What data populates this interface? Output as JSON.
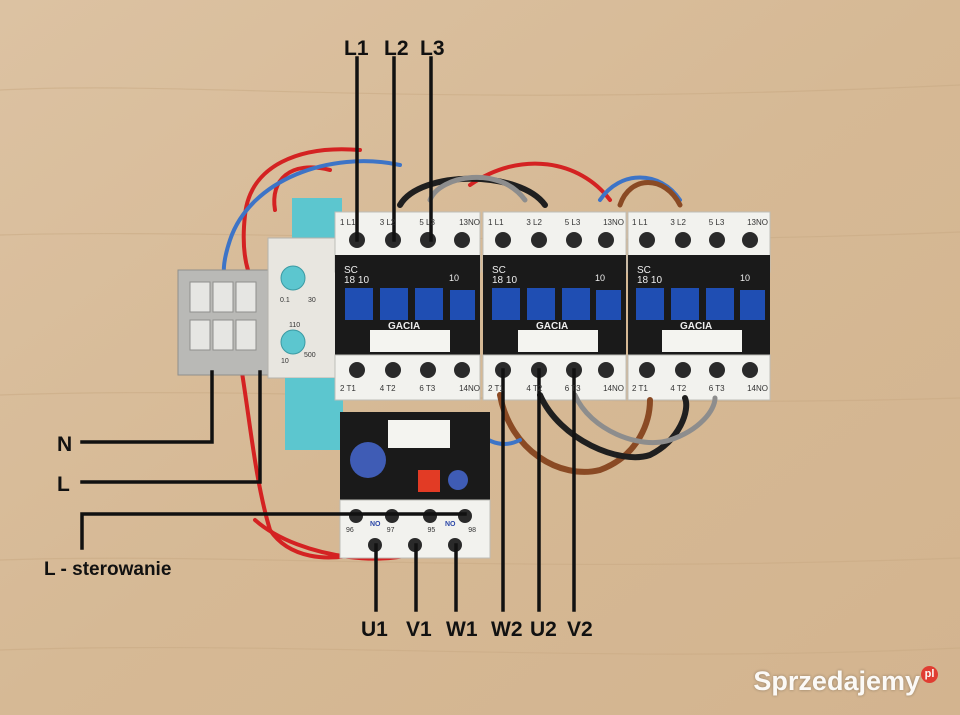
{
  "wiring_labels": {
    "top": [
      "L1",
      "L2",
      "L3"
    ],
    "left": [
      "N",
      "L",
      "L - sterowanie"
    ],
    "bottom": [
      "U1",
      "V1",
      "W1",
      "W2",
      "U2",
      "V2"
    ]
  },
  "contactors": [
    {
      "brand": "GACIA",
      "model": [
        "SC",
        "18 10"
      ],
      "top_terminals": [
        "1 L1",
        "3 L2",
        "5 L3",
        "13NO"
      ],
      "bottom_terminals": [
        "2 T1",
        "4 T2",
        "6 T3",
        "14NO"
      ],
      "aux_mark": "10"
    },
    {
      "brand": "GACIA",
      "model": [
        "SC",
        "18 10"
      ],
      "top_terminals": [
        "1 L1",
        "3 L2",
        "5 L3",
        "13NO"
      ],
      "bottom_terminals": [
        "2 T1",
        "4 T2",
        "6 T3",
        "14NO"
      ],
      "aux_mark": "10"
    },
    {
      "brand": "GACIA",
      "model": [
        "SC",
        "18 10"
      ],
      "top_terminals": [
        "1 L1",
        "3 L2",
        "5 L3",
        "13NO"
      ],
      "bottom_terminals": [
        "2 T1",
        "4 T2",
        "6 T3",
        "14NO"
      ],
      "aux_mark": "10"
    }
  ],
  "overload_relay": {
    "terminals": [
      "96",
      "97",
      "95",
      "98"
    ],
    "marks": [
      "NO",
      "NO"
    ]
  },
  "timer_relay": {
    "marks": [
      "0.1",
      "30",
      "110",
      "10",
      "500"
    ]
  },
  "watermark": {
    "text": "Sprzedajemy",
    "badge": "pl"
  },
  "colors": {
    "board": "#d9bd9c",
    "wire_red": "#d42222",
    "wire_blue": "#3d74c7",
    "wire_black": "#1f1f1f",
    "wire_brown": "#8a4a24",
    "wire_grey": "#8d8d8d",
    "module_blue": "#1f4eb3",
    "relay_teal": "#5cc6cf",
    "label_line": "#111111"
  }
}
